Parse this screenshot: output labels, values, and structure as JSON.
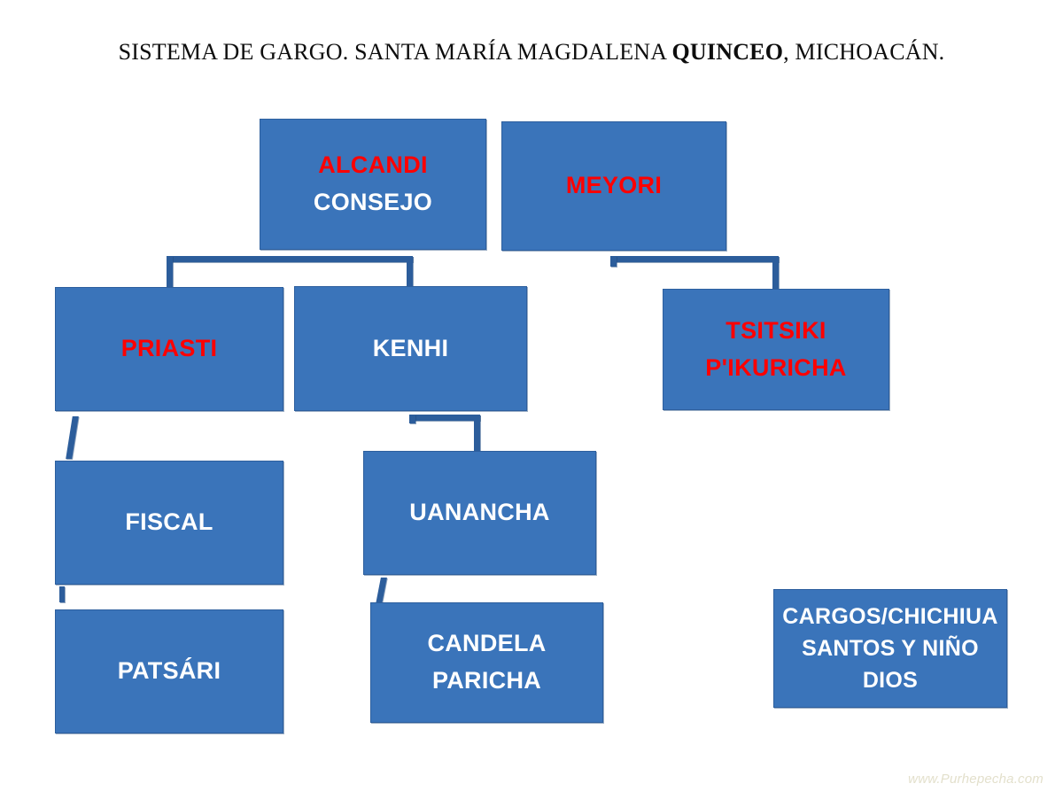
{
  "title": {
    "prefix": "SISTEMA DE GARGO. SANTA MARÍA MAGDALENA ",
    "emphasis": "QUINCEO",
    "suffix": ", MICHOACÁN.",
    "full": "SISTEMA DE GARGO. SANTA MARÍA MAGDALENA QUINCEO, MICHOACÁN."
  },
  "colors": {
    "box_fill": "#3a74ba",
    "box_border": "#2d5f9e",
    "connector": "#2c5d9b",
    "text_red": "#ff0000",
    "text_white": "#ffffff",
    "title_text": "#0d0d0d",
    "watermark": "#e3e0cc",
    "background": "#ffffff"
  },
  "nodes": [
    {
      "id": "alcandi-consejo",
      "lines": [
        {
          "text": "ALCANDI",
          "color": "red"
        },
        {
          "text": "CONSEJO",
          "color": "white"
        }
      ]
    },
    {
      "id": "meyori",
      "lines": [
        {
          "text": "MEYORI",
          "color": "red"
        }
      ]
    },
    {
      "id": "priasti",
      "lines": [
        {
          "text": "PRIASTI",
          "color": "red"
        }
      ]
    },
    {
      "id": "kenhi",
      "lines": [
        {
          "text": "KENHI",
          "color": "white"
        }
      ]
    },
    {
      "id": "tsitsiki-pikuricha",
      "lines": [
        {
          "text": "TSITSIKI",
          "color": "red"
        },
        {
          "text": "P'IKURICHA",
          "color": "red"
        }
      ]
    },
    {
      "id": "fiscal",
      "lines": [
        {
          "text": "FISCAL",
          "color": "white"
        }
      ]
    },
    {
      "id": "uanancha",
      "lines": [
        {
          "text": "UANANCHA",
          "color": "white"
        }
      ]
    },
    {
      "id": "patsari",
      "lines": [
        {
          "text": "PATSÁRI",
          "color": "white"
        }
      ]
    },
    {
      "id": "candela-paricha",
      "lines": [
        {
          "text": "CANDELA",
          "color": "white"
        },
        {
          "text": "PARICHA",
          "color": "white"
        }
      ]
    },
    {
      "id": "cargos-chichiua",
      "lines": [
        {
          "text": "CARGOS/CHICHIUA",
          "color": "white"
        },
        {
          "text": "SANTOS Y NIÑO",
          "color": "white"
        },
        {
          "text": "DIOS",
          "color": "white"
        }
      ]
    }
  ],
  "watermark": {
    "text": "www.Purhepecha.com"
  }
}
